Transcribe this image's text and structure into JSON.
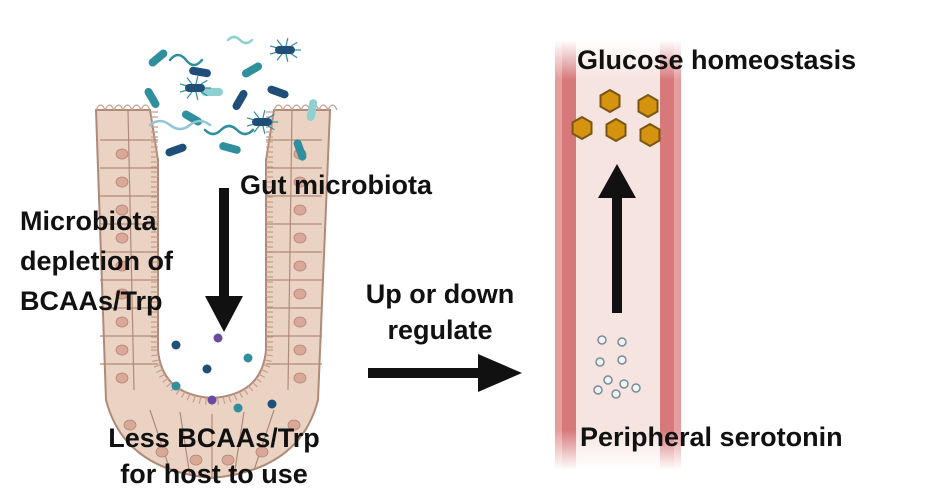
{
  "labels": {
    "gut_microbiota": "Gut microbiota",
    "depletion": [
      "Microbiota",
      "depletion of",
      "BCAAs/Trp"
    ],
    "less_bcaas": [
      "Less BCAAs/Trp",
      "for host to use"
    ],
    "regulate": [
      "Up or down",
      "regulate"
    ],
    "glucose": "Glucose homeostasis",
    "serotonin": "Peripheral serotonin"
  },
  "icons": {
    "intestine": "intestinal-villus-icon",
    "bacteria": "bacteria-icon",
    "molecule": "amino-acid-molecule-icon",
    "vessel": "blood-vessel-icon",
    "glucose": "glucose-hexagon-icon",
    "serotonin": "serotonin-particle-icon"
  },
  "colors": {
    "epithelium": "#e8cfc0",
    "cell_border": "#b08a78",
    "vessel_wall": "#d7787a",
    "vessel_inner": "#f4c6c2",
    "glucose": "#d4940f",
    "arrow": "#111111",
    "bacteria_teal": "#2f8f9d",
    "bacteria_blue": "#1f4e79"
  }
}
